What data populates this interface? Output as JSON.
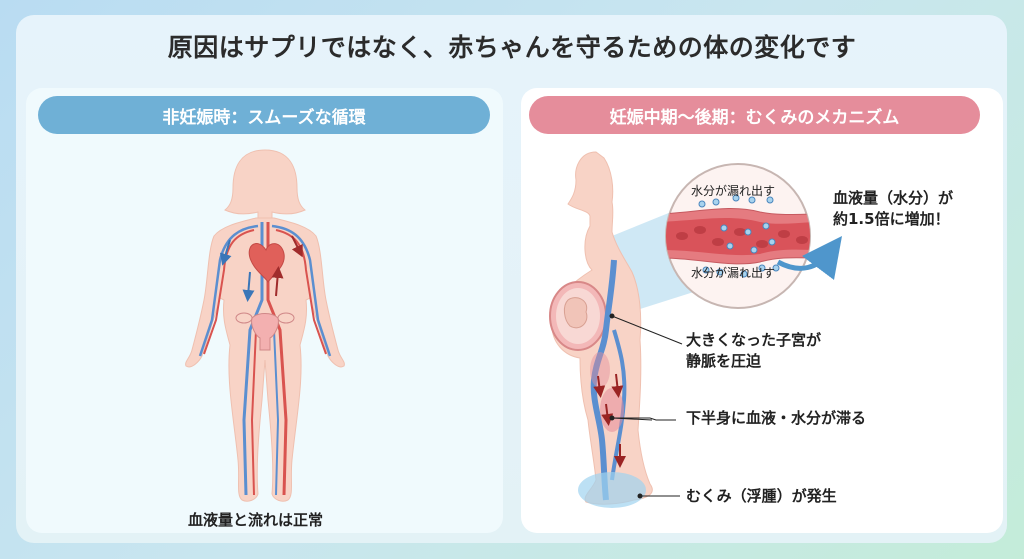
{
  "title": "原因はサプリではなく、赤ちゃんを守るための体の変化です",
  "left_panel": {
    "header": "非妊娠時：スムーズな循環",
    "caption": "血液量と流れは正常"
  },
  "right_panel": {
    "header": "妊娠中期〜後期：むくみのメカニズム",
    "magnifier": {
      "top_label": "水分が漏れ出す",
      "bottom_label": "水分が漏れ出す"
    },
    "blood_volume_note": [
      "血液量（水分）が",
      "約1.5倍に増加！"
    ],
    "callouts": [
      [
        "大きくなった子宮が",
        "静脈を圧迫"
      ],
      [
        "下半身に血液・水分が滞る"
      ],
      [
        "むくみ（浮腫）が発生"
      ]
    ]
  },
  "colors": {
    "left_header": "#6fb0d6",
    "right_header": "#e58d9b",
    "skin": "#f8d3c6",
    "artery": "#d9534f",
    "vein": "#5b8fd0",
    "fluid": "#9fd3ef"
  }
}
